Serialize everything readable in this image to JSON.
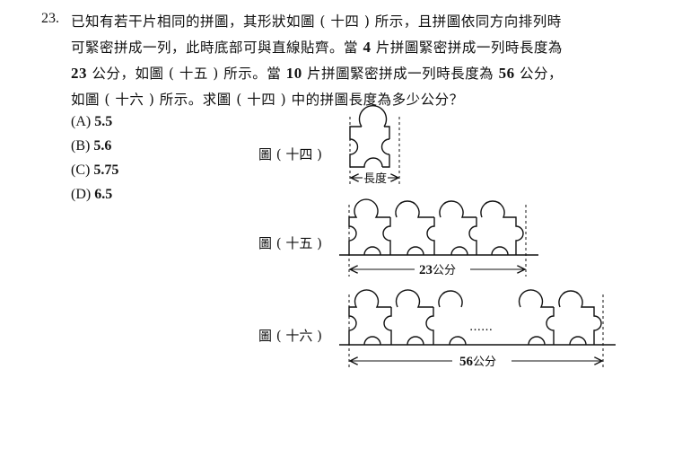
{
  "question": {
    "number": "23.",
    "line1": "已知有若干片相同的拼圖，其形狀如圖 ( 十四 ) 所示，且拼圖依同方向排列時",
    "line2": "可緊密拼成一列，此時底部可與直線貼齊。當",
    "line2_num": "4",
    "line2_end": "片拼圖緊密拼成一列時長度為",
    "line3_num1": "23",
    "line3_a": "公分，如圖 ( 十五 ) 所示。當",
    "line3_num2": "10",
    "line3_b": "片拼圖緊密拼成一列時長度為",
    "line3_num3": "56",
    "line3_c": "公分，",
    "line4": "如圖 ( 十六 ) 所示。求圖 ( 十四 ) 中的拼圖長度為多少公分？"
  },
  "options": [
    {
      "label": "(A)",
      "value": "5.5"
    },
    {
      "label": "(B)",
      "value": "5.6"
    },
    {
      "label": "(C)",
      "value": "5.75"
    },
    {
      "label": "(D)",
      "value": "6.5"
    }
  ],
  "figures": {
    "fig14_label": "圖 ( 十四 )",
    "fig15_label": "圖 ( 十五 )",
    "fig16_label": "圖 ( 十六 )",
    "fig14_dim": "長度",
    "fig15_num": "23",
    "fig15_unit": "公分",
    "fig16_num": "56",
    "fig16_unit": "公分",
    "ellipsis": "……"
  }
}
